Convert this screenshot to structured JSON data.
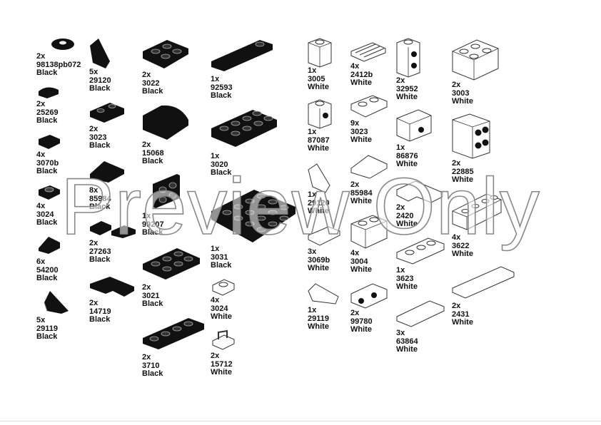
{
  "parts": [
    {
      "count": "2x",
      "id": "98138pb072",
      "color": "Black"
    },
    {
      "count": "2x",
      "id": "25269",
      "color": "Black"
    },
    {
      "count": "4x",
      "id": "3070b",
      "color": "Black"
    },
    {
      "count": "4x",
      "id": "3024",
      "color": "Black"
    },
    {
      "count": "6x",
      "id": "54200",
      "color": "Black"
    },
    {
      "count": "5x",
      "id": "29119",
      "color": "Black"
    },
    {
      "count": "5x",
      "id": "29120",
      "color": "Black"
    },
    {
      "count": "2x",
      "id": "3023",
      "color": "Black"
    },
    {
      "count": "8x",
      "id": "85984",
      "color": "Black"
    },
    {
      "count": "2x",
      "id": "27263",
      "color": "Black"
    },
    {
      "count": "2x",
      "id": "14719",
      "color": "Black"
    },
    {
      "count": "2x",
      "id": "3022",
      "color": "Black"
    },
    {
      "count": "2x",
      "id": "15068",
      "color": "Black"
    },
    {
      "count": "1x",
      "id": "99207",
      "color": "Black"
    },
    {
      "count": "2x",
      "id": "3021",
      "color": "Black"
    },
    {
      "count": "2x",
      "id": "3710",
      "color": "Black"
    },
    {
      "count": "1x",
      "id": "92593",
      "color": "Black"
    },
    {
      "count": "1x",
      "id": "3020",
      "color": "Black"
    },
    {
      "count": "1x",
      "id": "3031",
      "color": "Black"
    },
    {
      "count": "4x",
      "id": "3024",
      "color": "White"
    },
    {
      "count": "2x",
      "id": "15712",
      "color": "White"
    },
    {
      "count": "1x",
      "id": "3005",
      "color": "White"
    },
    {
      "count": "1x",
      "id": "87087",
      "color": "White"
    },
    {
      "count": "1x",
      "id": "29120",
      "color": "White"
    },
    {
      "count": "3x",
      "id": "3069b",
      "color": "White"
    },
    {
      "count": "1x",
      "id": "29119",
      "color": "White"
    },
    {
      "count": "4x",
      "id": "2412b",
      "color": "White"
    },
    {
      "count": "9x",
      "id": "3023",
      "color": "White"
    },
    {
      "count": "2x",
      "id": "85984",
      "color": "White"
    },
    {
      "count": "4x",
      "id": "3004",
      "color": "White"
    },
    {
      "count": "2x",
      "id": "99780",
      "color": "White"
    },
    {
      "count": "2x",
      "id": "32952",
      "color": "White"
    },
    {
      "count": "1x",
      "id": "86876",
      "color": "White"
    },
    {
      "count": "2x",
      "id": "2420",
      "color": "White"
    },
    {
      "count": "1x",
      "id": "3623",
      "color": "White"
    },
    {
      "count": "3x",
      "id": "63864",
      "color": "White"
    },
    {
      "count": "2x",
      "id": "3003",
      "color": "White"
    },
    {
      "count": "2x",
      "id": "22885",
      "color": "White"
    },
    {
      "count": "4x",
      "id": "3622",
      "color": "White"
    },
    {
      "count": "2x",
      "id": "2431",
      "color": "White"
    }
  ],
  "watermark": "Preview Only"
}
